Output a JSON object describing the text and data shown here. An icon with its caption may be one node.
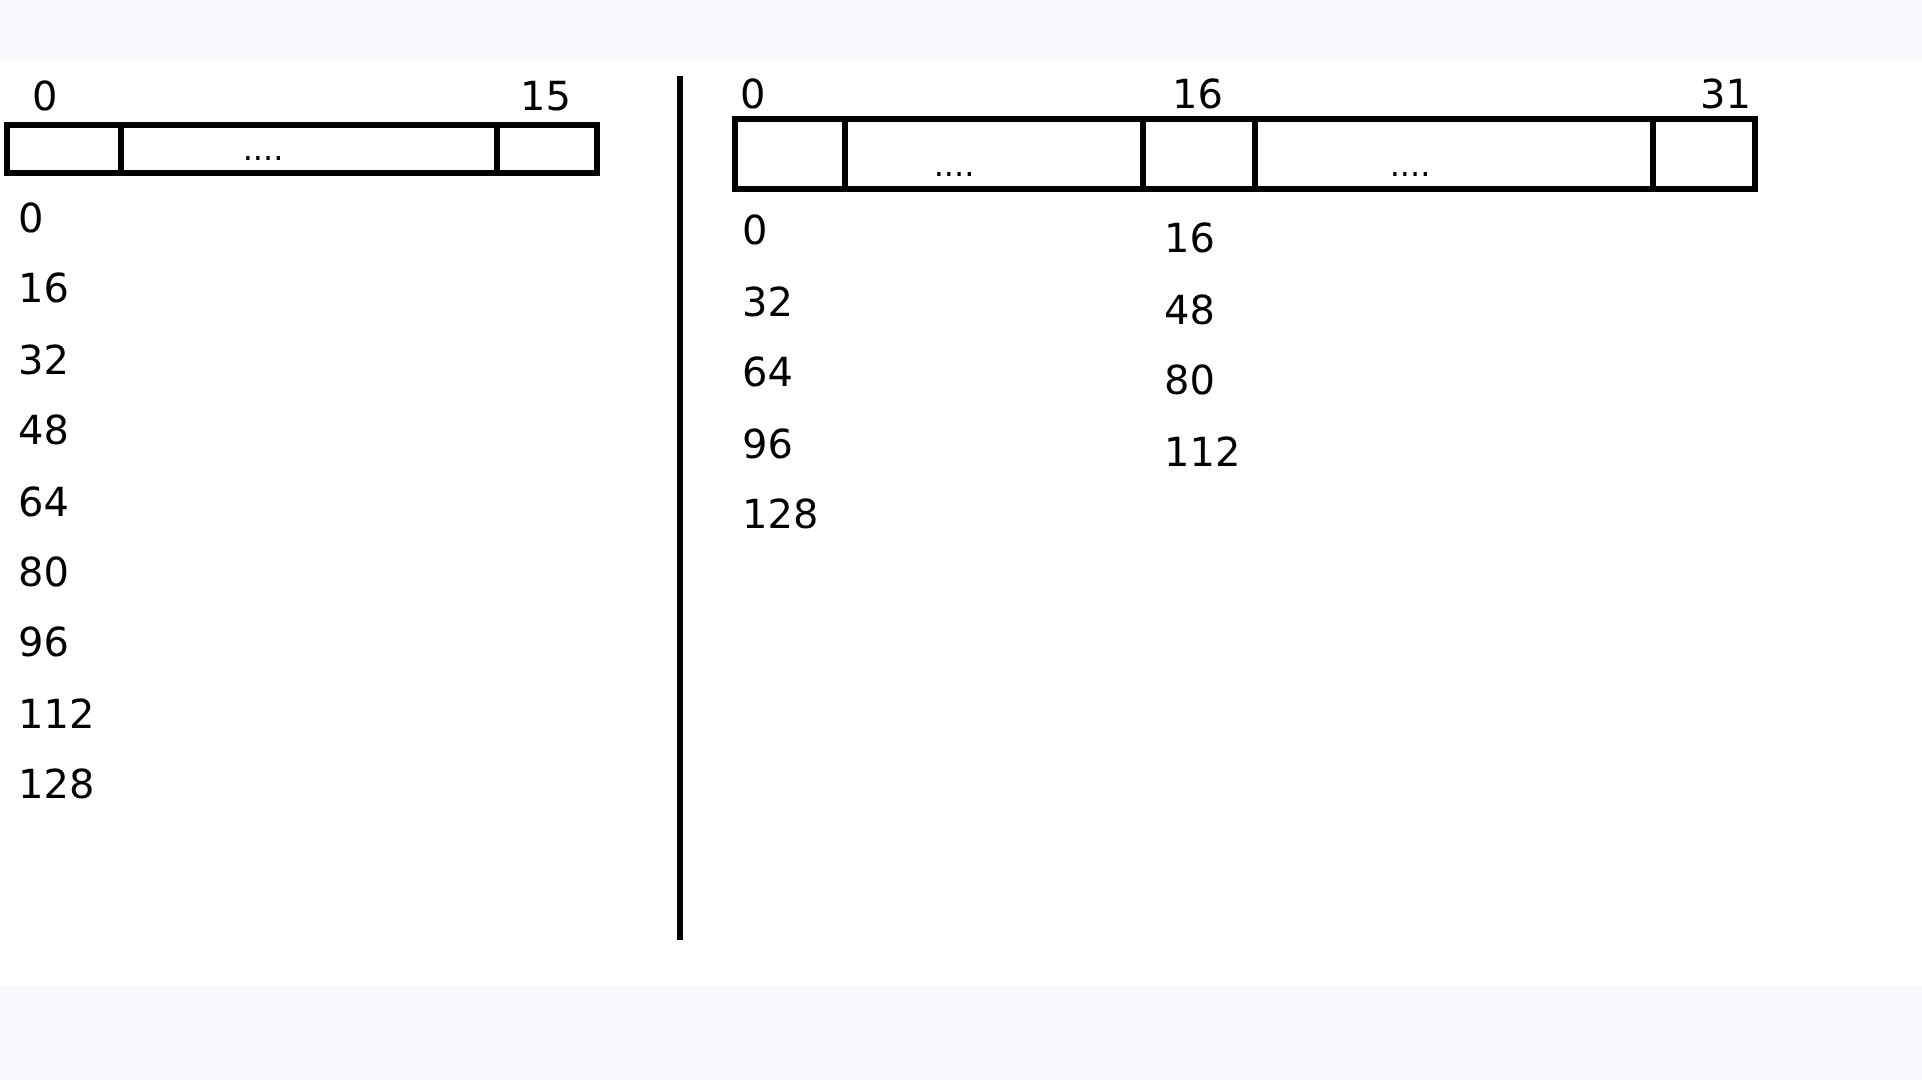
{
  "diagram": {
    "nodes": [
      {
        "text": [],
        "shape": "box"
      },
      {
        "text": [
          "...."
        ]
      },
      {
        "text": [],
        "shape": "box"
      },
      {
        "text": [],
        "shape": "box"
      },
      {
        "text": [
          "...."
        ]
      },
      {
        "text": [],
        "shape": "box"
      },
      {
        "text": [
          "...."
        ]
      },
      {
        "text": [],
        "shape": "box"
      }
    ],
    "labels": [
      "0",
      "15",
      "0",
      "16",
      "32",
      "48",
      "64",
      "80",
      "96",
      "112",
      "128",
      "0",
      "16",
      "31",
      "0",
      "16",
      "32",
      "48",
      "64",
      "80",
      "96",
      "112",
      "128"
    ]
  }
}
